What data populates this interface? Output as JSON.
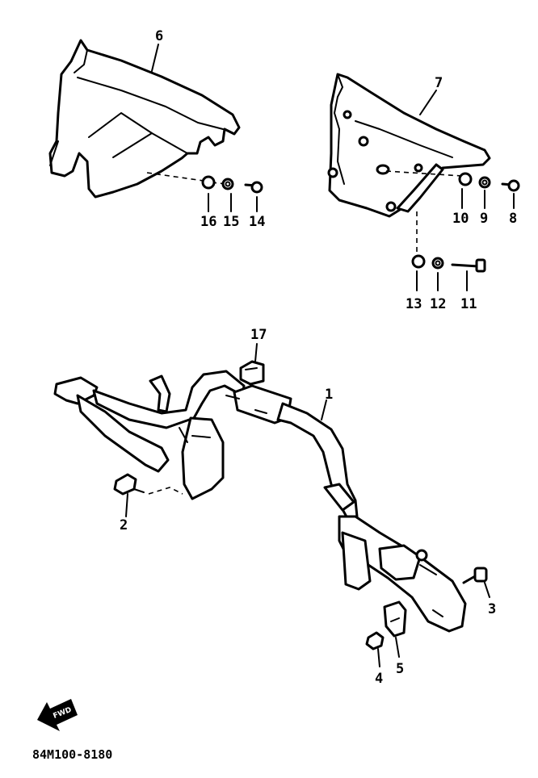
{
  "diagram": {
    "drawing_code": "84M100-8180",
    "fwd_label": "FWD",
    "callouts": {
      "p1": "1",
      "p2": "2",
      "p3": "3",
      "p4": "4",
      "p5": "5",
      "p6": "6",
      "p7": "7",
      "p8": "8",
      "p9": "9",
      "p10": "10",
      "p11": "11",
      "p12": "12",
      "p13": "13",
      "p14": "14",
      "p15": "15",
      "p16": "16",
      "p17": "17"
    }
  }
}
